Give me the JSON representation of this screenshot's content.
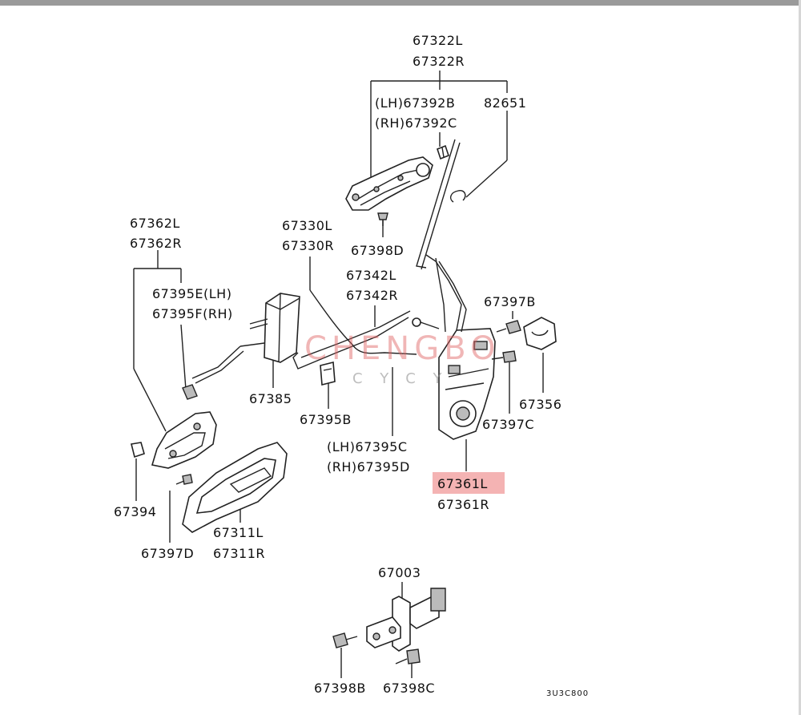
{
  "labels": {
    "p67322": [
      "67322L",
      "67322R"
    ],
    "p67392b": "(LH)67392B",
    "p67392c": "(RH)67392C",
    "p82651": "82651",
    "p67398d": "67398D",
    "p67362": [
      "67362L",
      "67362R"
    ],
    "p67330": [
      "67330L",
      "67330R"
    ],
    "p67342": [
      "67342L",
      "67342R"
    ],
    "p67395e": "67395E(LH)",
    "p67395f": "67395F(RH)",
    "p67397b": "67397B",
    "p67385": "67385",
    "p67395b": "67395B",
    "p67356": "67356",
    "p67397c": "67397C",
    "p67395c": "(LH)67395C",
    "p67395d": "(RH)67395D",
    "p67361": [
      "67361L",
      "67361R"
    ],
    "p67394": "67394",
    "p67311": [
      "67311L",
      "67311R"
    ],
    "p67397d": "67397D",
    "p67003": "67003",
    "p67398b": "67398B",
    "p67398c": "67398C",
    "diagram_code": "3U3C800"
  },
  "watermark": {
    "text": "CHENGBO",
    "subtext": "CYCY"
  },
  "highlight": {
    "part": "67361L",
    "color": "#f4b3b3"
  }
}
